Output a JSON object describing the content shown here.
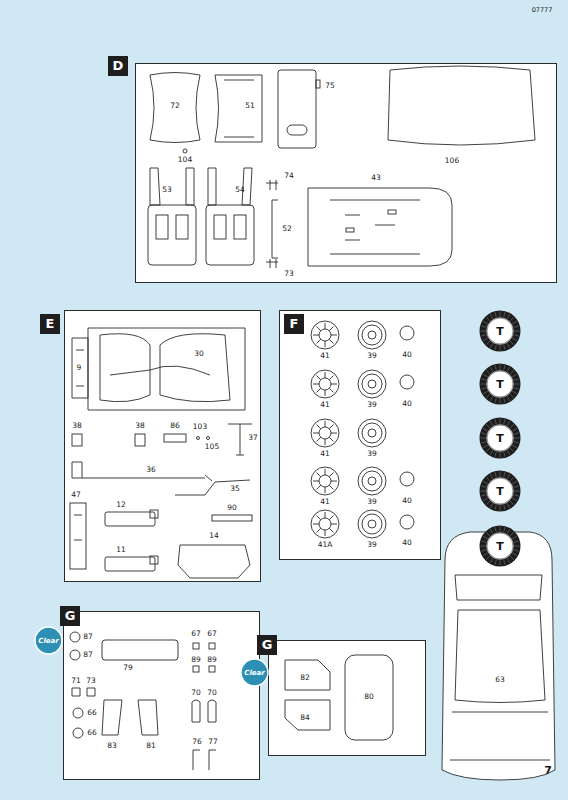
{
  "diagram": {
    "nodes": [
      {
        "text": [
          "D"
        ]
      },
      {
        "text": [
          "E"
        ]
      },
      {
        "text": [
          "F"
        ]
      },
      {
        "text": [
          "T"
        ]
      },
      {
        "text": [
          "T"
        ]
      },
      {
        "text": [
          "T"
        ]
      },
      {
        "text": [
          "T"
        ]
      },
      {
        "text": [
          "T"
        ]
      },
      {
        "text": [
          "G"
        ]
      },
      {
        "text": [
          "Clear"
        ]
      },
      {
        "text": [
          "G"
        ]
      },
      {
        "text": [
          "Clear"
        ]
      }
    ],
    "labels": [
      "07777",
      "72",
      "51",
      "75",
      "106",
      "104",
      "53",
      "54",
      "74",
      "43",
      "52",
      "73",
      "9",
      "30",
      "38",
      "38",
      "86",
      "103",
      "105",
      "37",
      "36",
      "47",
      "12",
      "35",
      "90",
      "11",
      "14",
      "41",
      "39",
      "40",
      "41",
      "39",
      "40",
      "41",
      "39",
      "41",
      "39",
      "40",
      "41A",
      "39",
      "40",
      "87",
      "87",
      "79",
      "67",
      "67",
      "89",
      "89",
      "71",
      "73",
      "83",
      "81",
      "70",
      "70",
      "66",
      "66",
      "76",
      "77",
      "82",
      "80",
      "84",
      "63",
      "7"
    ]
  }
}
